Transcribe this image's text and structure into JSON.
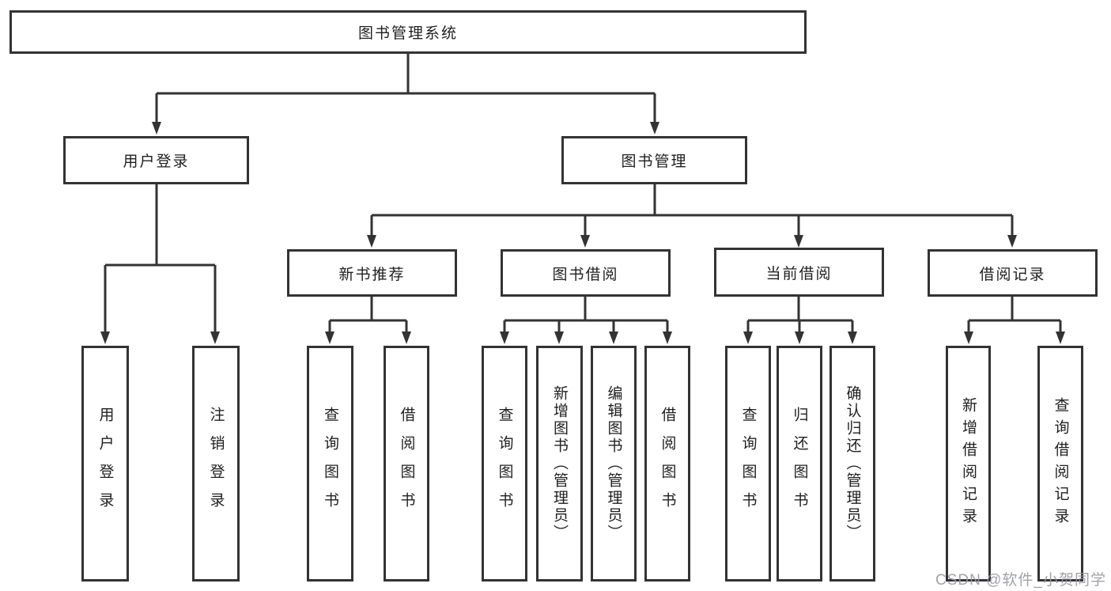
{
  "diagram_title": "图书管理系统",
  "nodes": {
    "root": {
      "label": "图书管理系统"
    },
    "children": [
      {
        "label": "用户登录",
        "children": [
          {
            "label": "用户登录"
          },
          {
            "label": "注销登录"
          }
        ]
      },
      {
        "label": "图书管理",
        "children": [
          {
            "label": "新书推荐",
            "children": [
              {
                "label": "查询图书"
              },
              {
                "label": "借阅图书"
              }
            ]
          },
          {
            "label": "图书借阅",
            "children": [
              {
                "label": "查询图书"
              },
              {
                "label": "新增图书（管理员）"
              },
              {
                "label": "编辑图书（管理员）"
              },
              {
                "label": "借阅图书"
              }
            ]
          },
          {
            "label": "当前借阅",
            "children": [
              {
                "label": "查询图书"
              },
              {
                "label": "归还图书"
              },
              {
                "label": "确认归还（管理员）"
              }
            ]
          },
          {
            "label": "借阅记录",
            "children": [
              {
                "label": "新增借阅记录"
              },
              {
                "label": "查询借阅记录"
              }
            ]
          }
        ]
      }
    ]
  },
  "watermark": {
    "text": "CSDN @软件_小贺同学"
  },
  "colors": {
    "line": "#333333",
    "text": "#1f1f1f",
    "watermark": "#97999c",
    "background": "#ffffff"
  }
}
